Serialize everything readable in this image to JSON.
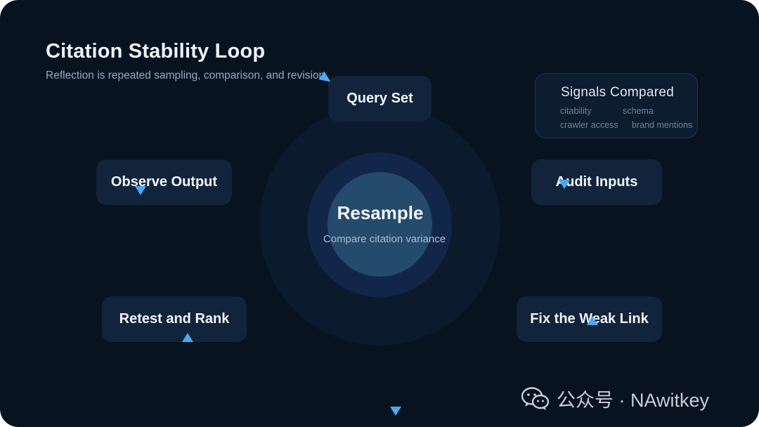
{
  "header": {
    "title": "Citation Stability Loop",
    "subtitle": "Reflection is repeated sampling, comparison, and revision"
  },
  "hub": {
    "title": "Resample",
    "subtitle": "Compare citation variance"
  },
  "nodes": {
    "query_set": "Query Set",
    "audit_inputs": "Audit Inputs",
    "fix_weak_link": "Fix the Weak Link",
    "retest_rank": "Retest and Rank",
    "observe_output": "Observe Output"
  },
  "signals": {
    "title": "Signals Compared",
    "items": [
      "citability",
      "schema",
      "crawler access",
      "brand mentions"
    ]
  },
  "watermark": {
    "text": "公众号 · NAwitkey",
    "icon": "wechat-icon"
  },
  "colors": {
    "background": "#081320",
    "node": "#11243b",
    "accent_arrow": "#4aa8f4",
    "hub_inner": "#244a6c"
  }
}
